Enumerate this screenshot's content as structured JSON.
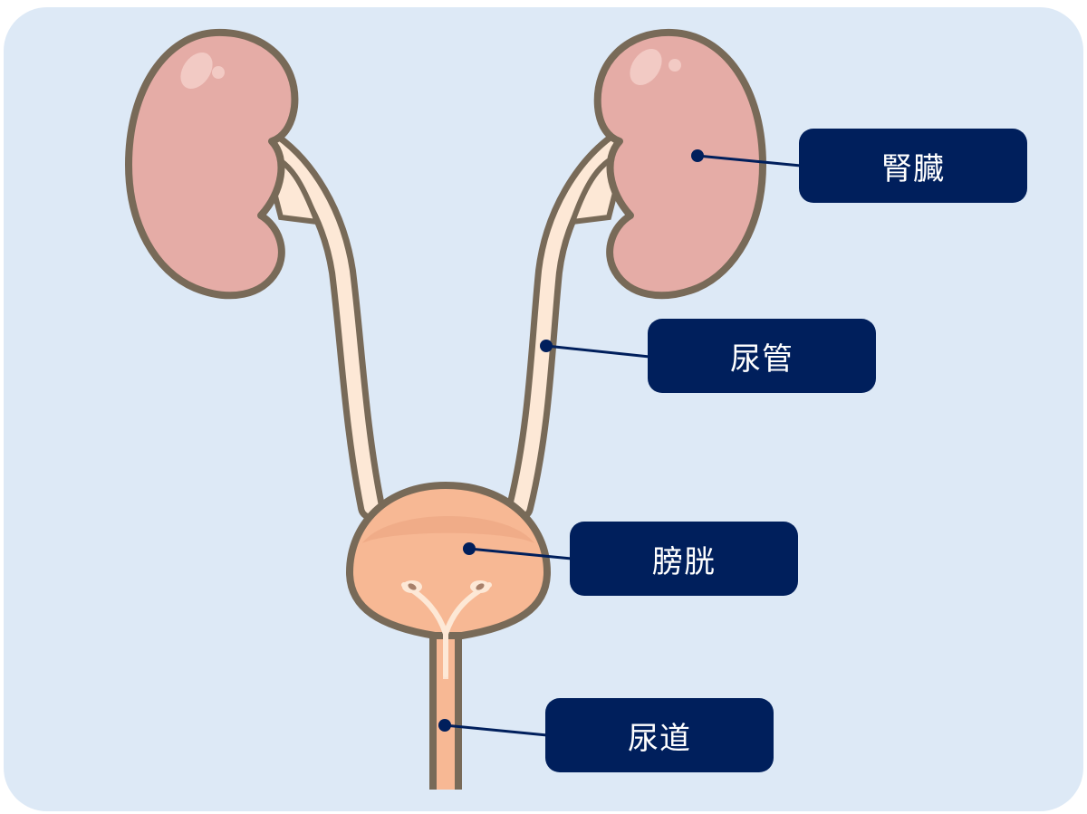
{
  "labels": {
    "kidney": "腎臓",
    "ureter": "尿管",
    "bladder": "膀胱",
    "urethra": "尿道"
  },
  "colors": {
    "background_panel": "#dde9f6",
    "organ_outline": "#786a58",
    "kidney_fill": "#e5aca6",
    "ureter_fill": "#fde8d6",
    "bladder_fill": "#f7b894",
    "label_box": "#001f5c",
    "label_text": "#ffffff",
    "pointer": "#001f5c"
  }
}
